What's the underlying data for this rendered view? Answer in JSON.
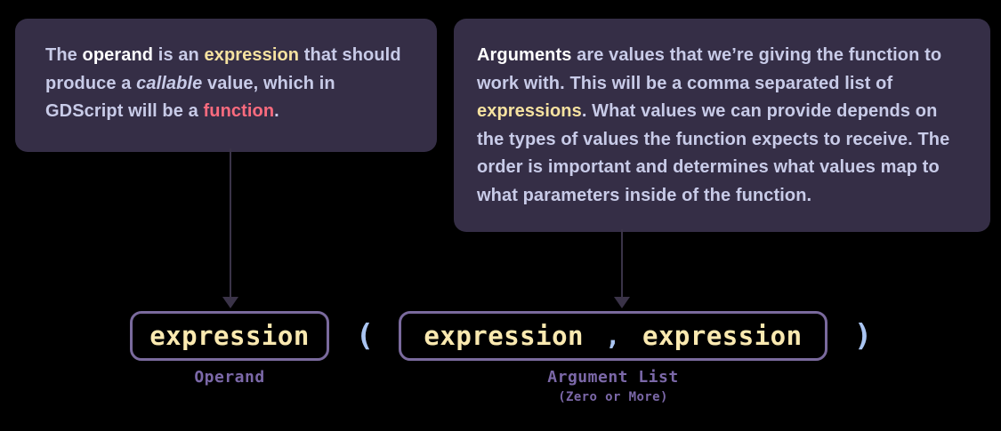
{
  "theme": {
    "page_background": "#000000",
    "callout_background": "#352e46",
    "body_text": "#c8cbe8",
    "emphasis_white": "#ffffff",
    "highlight_yellow": "#f6e2a0",
    "highlight_red": "#fa6b7e",
    "term_text": "#fae9b0",
    "punctuation_blue": "#aac5f2",
    "box_border_purple": "#7a6a9d",
    "annotation_purple": "#7b68a8",
    "connector_gray": "#3a3348"
  },
  "callouts": {
    "operand": {
      "full_text": "The operand is an expression that should produce a callable value, which in GDScript will be a function.",
      "segments": {
        "s1": "The ",
        "s2": "operand",
        "s3": " is an ",
        "s4": "expression",
        "s5": " that should produce a ",
        "s6": "callable",
        "s7": " value, which in GDScript will be a ",
        "s8": "function",
        "s9": "."
      }
    },
    "arguments": {
      "full_text": "Arguments are values that we’re giving the function to work with. This will be a comma separated list of expressions. What values we can provide depends on the types of values the function expects to receive. The order is important and determines what values map to what parameters inside of the function.",
      "segments": {
        "s1": "Arguments",
        "s2": " are values that we’re giving the function to work with. This will be a comma separated list of ",
        "s3": "expressions",
        "s4": ". What values we can provide depends on the types of values the function expects to receive. The order is important and determines what values map to what parameters inside of the function."
      }
    }
  },
  "syntax": {
    "operand_box": {
      "term": "expression"
    },
    "paren_open": "(",
    "paren_close": ")",
    "argument_list_box": {
      "term_first": "expression",
      "separator": ",",
      "term_second": "expression"
    }
  },
  "annotations": {
    "operand": {
      "label": "Operand",
      "sublabel": ""
    },
    "argument_list": {
      "label": "Argument List",
      "sublabel": "(Zero or More)"
    }
  },
  "connectors": {
    "operand_arrow": "arrow-down",
    "arguments_arrow": "arrow-down"
  }
}
